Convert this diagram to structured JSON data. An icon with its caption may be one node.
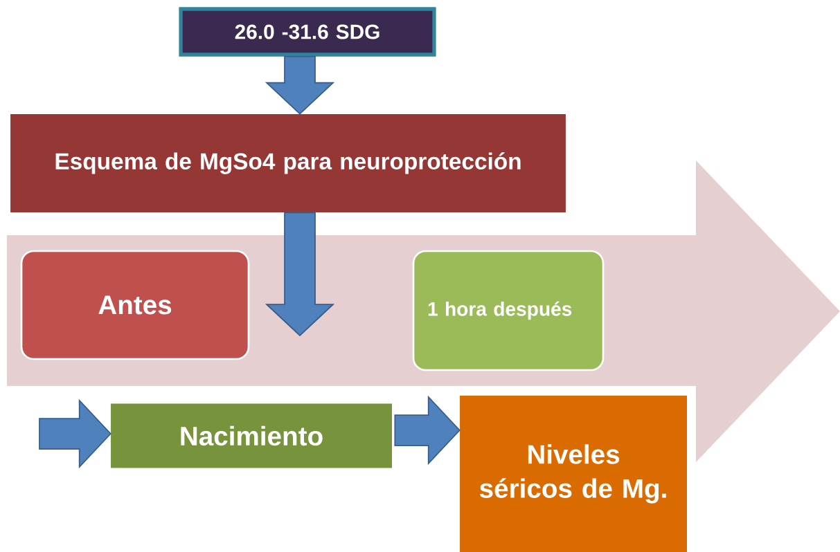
{
  "diagram": {
    "nodes": [
      {
        "text": [
          "26.0 -31.6 SDG"
        ]
      },
      {
        "text": [
          "Esquema de MgSo4 para neuroprotección"
        ]
      },
      {
        "text": [],
        "shape": "arrow"
      },
      {
        "text": [
          "Antes"
        ],
        "in": 2
      },
      {
        "text": [
          "1 hora después"
        ],
        "in": 2
      },
      {
        "text": [
          "Nacimiento"
        ]
      },
      {
        "text": [
          "Niveles séricos de Mg."
        ]
      }
    ],
    "edges": [
      {
        "from": 0,
        "to": 1,
        "arrow": "to"
      },
      {
        "from": 1,
        "to": null,
        "arrow": "to"
      },
      {
        "from": null,
        "to": 5,
        "arrow": "to"
      },
      {
        "from": 5,
        "to": 6,
        "arrow": "to"
      }
    ]
  }
}
